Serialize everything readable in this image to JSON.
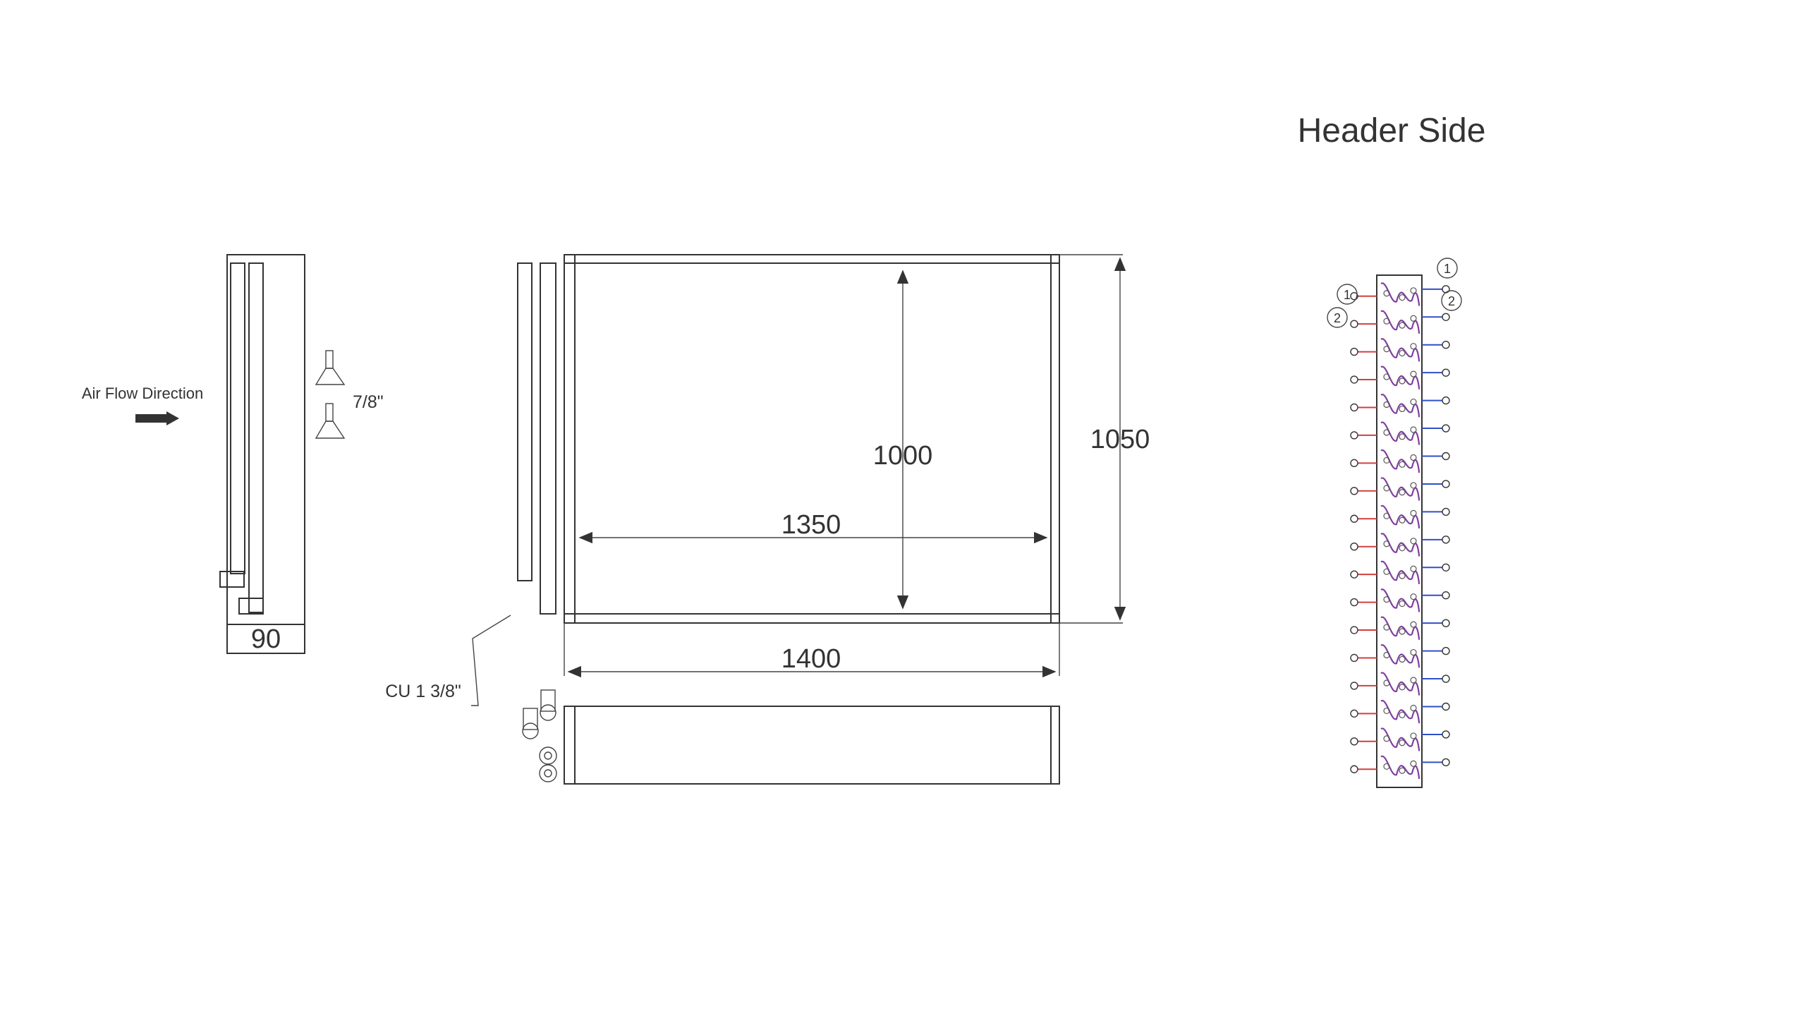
{
  "header_title": "Header Side",
  "side_view": {
    "air_flow_label": "Air Flow Direction",
    "depth_label": "90",
    "connection_size_label": "7/8\""
  },
  "front_view": {
    "inner_height_label": "1000",
    "outer_height_label": "1050",
    "inner_width_label": "1350",
    "outer_width_label": "1400",
    "header_pipe_label": "CU  1 3/8\""
  },
  "circuit_view": {
    "left_markers": [
      "1",
      "2"
    ],
    "right_markers": [
      "1",
      "2"
    ],
    "circuit_rows": 18,
    "inlet_color": "#d04040",
    "outlet_color": "#3050c8",
    "tube_color": "#8040a0"
  }
}
